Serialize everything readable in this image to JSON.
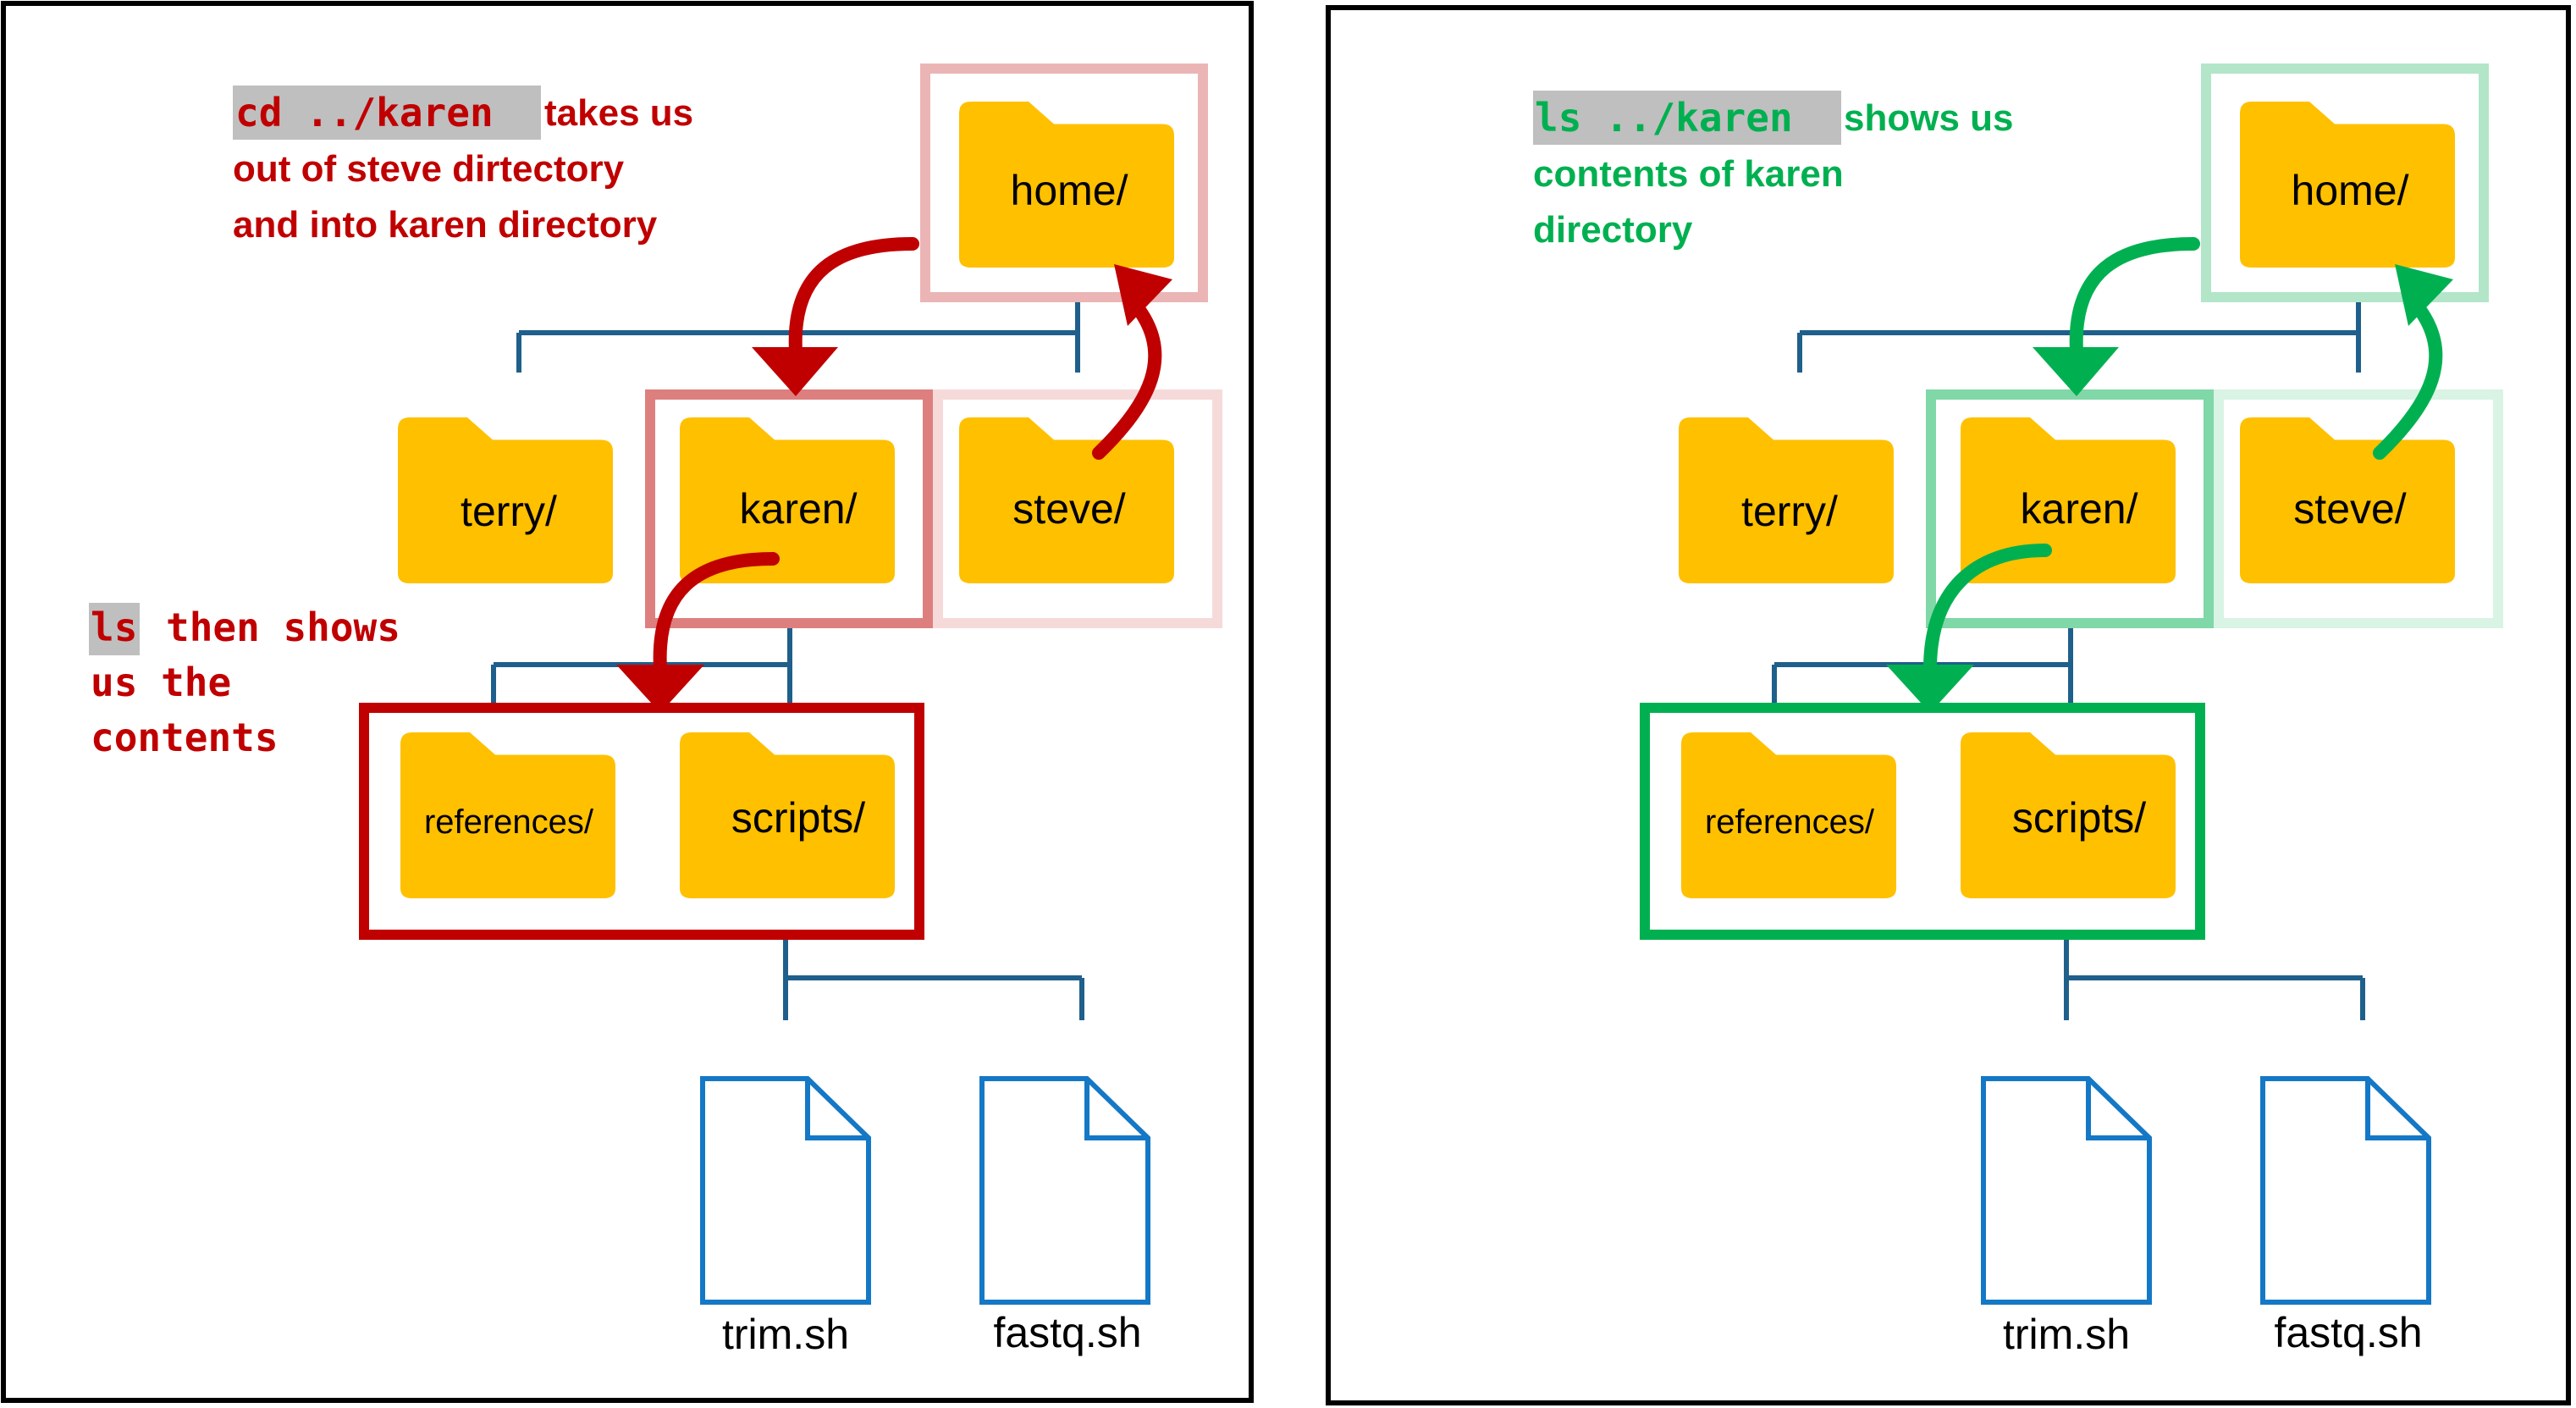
{
  "colors": {
    "folder": "#FFC000",
    "tree_line": "#1F5F8B",
    "file": "#1478C6",
    "red": "#C00000",
    "green": "#00B050",
    "code_bg": "#BFBFBF"
  },
  "left_panel": {
    "caption": {
      "code": "cd ../karen",
      "line1": "takes us",
      "line2": "out of steve dirtectory",
      "line3": "and into karen directory"
    },
    "caption2": {
      "code": "ls",
      "line1": "then shows",
      "line2": "us the",
      "line3": "contents"
    }
  },
  "right_panel": {
    "caption": {
      "code": "ls ../karen",
      "line1": "shows us",
      "line2": "contents of karen",
      "line3": "directory"
    }
  },
  "folders": {
    "home": "home/",
    "terry": "terry/",
    "karen": "karen/",
    "steve": "steve/",
    "references": "references/",
    "scripts": "scripts/"
  },
  "files": {
    "trim": "trim.sh",
    "fastq": "fastq.sh"
  },
  "icons": [
    "folder-icon",
    "file-icon",
    "arrow-icon"
  ]
}
